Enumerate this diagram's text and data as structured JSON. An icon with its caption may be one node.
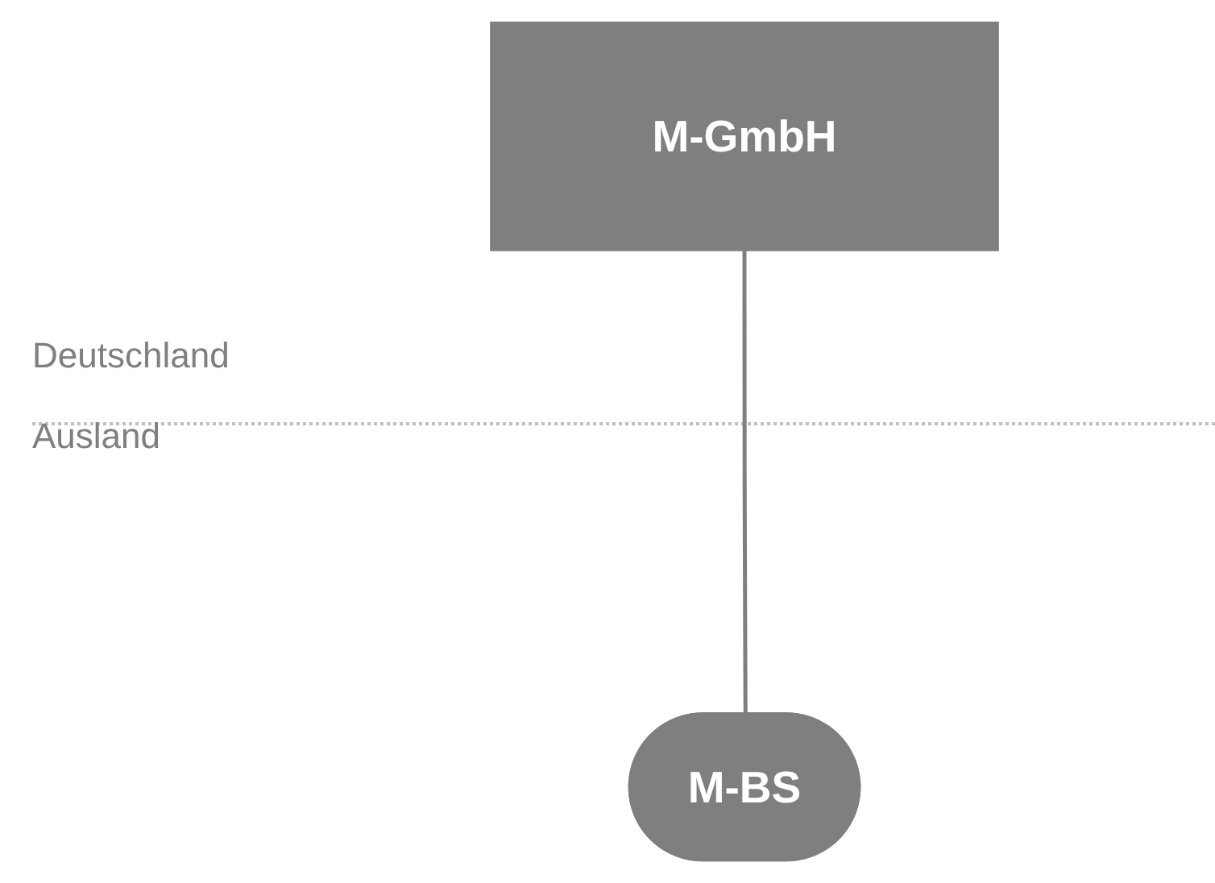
{
  "diagram": {
    "nodes": [
      {
        "text": [
          "M-GmbH"
        ]
      },
      {
        "text": [
          "M-BS"
        ]
      }
    ],
    "edges": [
      {
        "from": 0,
        "to": 1,
        "arrow": "none"
      }
    ],
    "labels": [
      "Deutschland",
      "Ausland"
    ]
  }
}
